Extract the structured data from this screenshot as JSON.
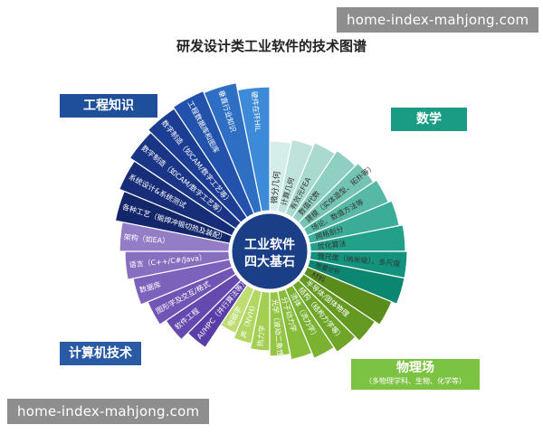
{
  "title": "研发设计类工业软件的技术图谱",
  "watermark": "home-index-mahjong.com",
  "center": {
    "line1": "工业软件",
    "line2": "四大基石",
    "color": "#1a3f86"
  },
  "categories": {
    "engineering": {
      "label": "工程知识",
      "color": "#1f4e9a"
    },
    "math": {
      "label": "数学",
      "color": "#1a9b83"
    },
    "computer": {
      "label": "计算机技术",
      "color": "#2a5aa3"
    },
    "physics": {
      "label": "物理场",
      "sublabel": "（多物理学科、生物、化学等）",
      "color": "#7cc243"
    }
  },
  "segments": [
    {
      "text": "微分几何",
      "color": "#d4ede8",
      "text_color": "#333333",
      "group": "math"
    },
    {
      "text": "计算几何",
      "color": "#bfe3dc",
      "text_color": "#333333",
      "group": "math"
    },
    {
      "text": "有效元FEA",
      "color": "#a9d9cf",
      "text_color": "#333333",
      "group": "math"
    },
    {
      "text": "数值代数",
      "color": "#8fcfc2",
      "text_color": "#333333",
      "group": "math"
    },
    {
      "text": "建模（实体造型、拓扑等）",
      "color": "#74c4b4",
      "text_color": "#333333",
      "group": "math"
    },
    {
      "text": "场论、数值方法等",
      "color": "#56b8a5",
      "text_color": "#333333",
      "group": "math"
    },
    {
      "text": "网格剖分",
      "color": "#3aac97",
      "text_color": "#333333",
      "group": "math"
    },
    {
      "text": "优化算法",
      "color": "#23a08a",
      "text_color": "#333333",
      "group": "math"
    },
    {
      "text": "微尺度（纳米级）、多尺度",
      "color": "#13937d",
      "text_color": "#333333",
      "group": "math"
    },
    {
      "text": "张量分析",
      "color": "#0b8670",
      "text_color": "#333333",
      "group": "math"
    },
    {
      "text": "材料",
      "color": "#5a8c1c",
      "text_color": "#333333",
      "group": "physics"
    },
    {
      "text": "半导体/固体物理",
      "color": "#649a22",
      "text_color": "#ffffff",
      "group": "physics"
    },
    {
      "text": "结构（结构力学等）",
      "color": "#6fa629",
      "text_color": "#ffffff",
      "group": "physics"
    },
    {
      "text": "流体（流力学）",
      "color": "#7bb232",
      "text_color": "#ffffff",
      "group": "physics"
    },
    {
      "text": "分子动力学",
      "color": "#88bc3b",
      "text_color": "#ffffff",
      "group": "physics"
    },
    {
      "text": "光学（波动二象性）",
      "color": "#95c545",
      "text_color": "#ffffff",
      "group": "physics"
    },
    {
      "text": "热力学",
      "color": "#a3ce52",
      "text_color": "#ffffff",
      "group": "physics"
    },
    {
      "text": "声（NVH）",
      "color": "#b1d662",
      "text_color": "#ffffff",
      "group": "physics"
    },
    {
      "text": "电磁学",
      "color": "#bfdd73",
      "text_color": "#ffffff",
      "group": "physics"
    },
    {
      "text": "AI/HPC（并行算法等）/云",
      "color": "#5a3ea8",
      "text_color": "#ffffff",
      "group": "computer"
    },
    {
      "text": "软件工程",
      "color": "#6549ae",
      "text_color": "#ffffff",
      "group": "computer"
    },
    {
      "text": "图形学及交互/格式",
      "color": "#7055b4",
      "text_color": "#ffffff",
      "group": "computer"
    },
    {
      "text": "数据库",
      "color": "#7c62ba",
      "text_color": "#ffffff",
      "group": "computer"
    },
    {
      "text": "语言（C++/C#/Java）",
      "color": "#876fc0",
      "text_color": "#ffffff",
      "group": "computer"
    },
    {
      "text": "架构（如EA）",
      "color": "#937dc6",
      "text_color": "#ffffff",
      "group": "computer"
    },
    {
      "text": "各种工艺（锻焊冲锻切热及装配）",
      "color": "#14266a",
      "text_color": "#ffffff",
      "group": "engineering"
    },
    {
      "text": "系统设计&系统测试",
      "color": "#172d78",
      "text_color": "#ffffff",
      "group": "engineering"
    },
    {
      "text": "数字制造（如CAM/数字工艺等）",
      "color": "#1a3586",
      "text_color": "#ffffff",
      "group": "engineering"
    },
    {
      "text": "数字制造（如CAM/数字工艺等）",
      "color": "#1c3d94",
      "text_color": "#ffffff",
      "group": "engineering"
    },
    {
      "text": "工程数据库和图库",
      "color": "#2252ab",
      "text_color": "#ffffff",
      "group": "engineering"
    },
    {
      "text": "垂直行业知识",
      "color": "#2e6fc4",
      "text_color": "#ffffff",
      "group": "engineering"
    },
    {
      "text": "硬件在环HIL",
      "color": "#3d8ad8",
      "text_color": "#ffffff",
      "group": "engineering"
    }
  ]
}
